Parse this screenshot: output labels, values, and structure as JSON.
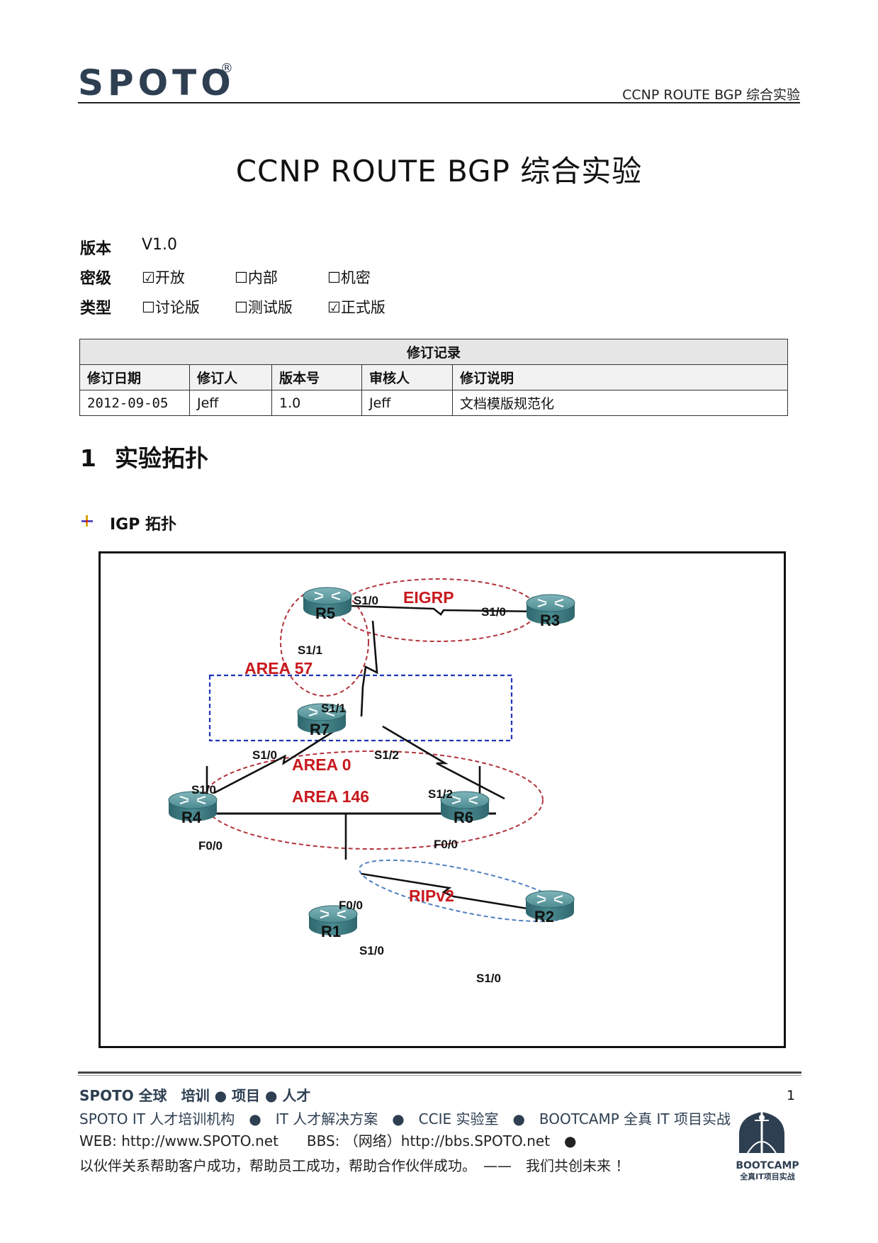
{
  "header": {
    "logo": "SPOTO",
    "logo_mark": "®",
    "doc_header": "CCNP ROUTE BGP 综合实验"
  },
  "title": "CCNP ROUTE BGP 综合实验",
  "meta": {
    "version_label": "版本",
    "version_value": "V1.0",
    "secret_label": "密级",
    "secret_options": [
      {
        "box": "☑",
        "label": "开放"
      },
      {
        "box": "☐",
        "label": "内部"
      },
      {
        "box": "☐",
        "label": "机密"
      }
    ],
    "type_label": "类型",
    "type_options": [
      {
        "box": "☐",
        "label": "讨论版"
      },
      {
        "box": "☐",
        "label": "测试版"
      },
      {
        "box": "☑",
        "label": "正式版"
      }
    ]
  },
  "revision_table": {
    "caption": "修订记录",
    "columns": [
      "修订日期",
      "修订人",
      "版本号",
      "审核人",
      "修订说明"
    ],
    "rows": [
      [
        "2012-09-05",
        "Jeff",
        "1.0",
        "Jeff",
        "文档模版规范化"
      ]
    ]
  },
  "section": {
    "number": "1",
    "title": "实验拓扑",
    "subheading": "IGP 拓扑"
  },
  "topology": {
    "routers": [
      "R5",
      "R3",
      "R7",
      "R4",
      "R6",
      "R1",
      "R2"
    ],
    "areas": [
      "EIGRP",
      "AREA 57",
      "AREA 0",
      "AREA 146",
      "RIPv2"
    ],
    "interfaces": {
      "r5_to_r3": "S1/0",
      "r3_to_r5": "S1/0",
      "r5_to_r7": "S1/1",
      "r7_to_r5": "S1/1",
      "r7_to_r4": "S1/0",
      "r4_to_r7": "S1/0",
      "r7_to_r6": "S1/2",
      "r6_to_r7": "S1/2",
      "r4_lan": "F0/0",
      "r6_lan": "F0/0",
      "r1_lan": "F0/0",
      "r1_to_r2": "S1/0",
      "r2_to_r1": "S1/0"
    },
    "colors": {
      "area_label": "#c8191e",
      "router": "#3f7f86",
      "ospf_area0": "#1f35b5",
      "ripv2": "#4f80c0",
      "red_dashed": "#b2333b"
    }
  },
  "footer": {
    "line1": "SPOTO 全球　培训 ● 项目 ● 人才",
    "line2": "SPOTO IT 人才培训机构　●　IT 人才解决方案　●　CCIE 实验室　●　BOOTCAMP 全真 IT 项目实战",
    "line3": "WEB: http://www.SPOTO.net　　BBS: （网络）http://bbs.SPOTO.net　●",
    "line4": "以伙伴关系帮助客户成功，帮助员工成功，帮助合作伙伴成功。　——　我们共创未来 ！",
    "page_number": "1",
    "bootcamp": "BOOTCAMP",
    "bootcamp_sub": "全真IT项目实战"
  }
}
